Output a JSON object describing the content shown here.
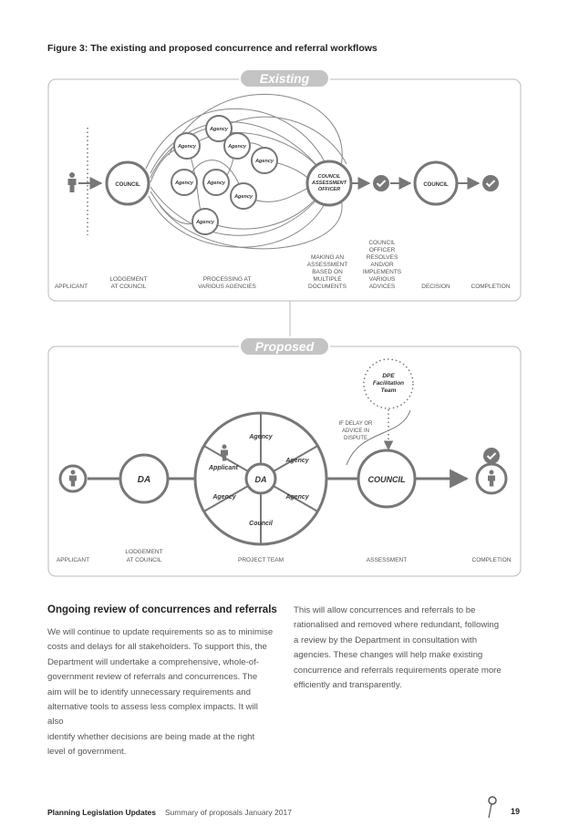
{
  "figure_title": "Figure 3: The existing and proposed concurrence and referral workflows",
  "existing": {
    "banner": "Existing",
    "nodes": {
      "council_1": "COUNCIL",
      "agencies": [
        "Agency",
        "Agency",
        "Agency",
        "Agency",
        "Agency",
        "Agency",
        "Agency",
        "Agency"
      ],
      "assessment_officer": [
        "COUNCIL",
        "ASSESSMENT",
        "OFFICER"
      ],
      "council_2": "COUNCIL"
    },
    "stage_labels": {
      "applicant": "APPLICANT",
      "lodgement": [
        "LODGEMENT",
        "AT COUNCIL"
      ],
      "processing": [
        "PROCESSING AT",
        "VARIOUS AGENCIES"
      ],
      "assessment": [
        "MAKING AN",
        "ASSESSMENT",
        "BASED ON",
        "MULTIPLE",
        "DOCUMENTS"
      ],
      "resolves": [
        "COUNCIL",
        "OFFICER",
        "RESOLVES",
        "AND/OR",
        "IMPLEMENTS",
        "VARIOUS",
        "ADVICES"
      ],
      "decision": "DECISION",
      "completion": "COMPLETION"
    }
  },
  "proposed": {
    "banner": "Proposed",
    "dpe": [
      "DPE",
      "Facilitation",
      "Team"
    ],
    "dispute": [
      "IF DELAY OR",
      "ADVICE IN",
      "DISPUTE"
    ],
    "nodes": {
      "da_1": "DA",
      "da_center": "DA",
      "council": "COUNCIL",
      "wheel": {
        "top": "Agency",
        "upper_right": "Agency",
        "lower_right": "Agency",
        "bottom": "Council",
        "lower_left": "Agency",
        "upper_left": "Applicant"
      }
    },
    "stage_labels": {
      "applicant": "APPLICANT",
      "lodgement": [
        "LODGEMENT",
        "AT COUNCIL"
      ],
      "project_team": "PROJECT TEAM",
      "assessment": "ASSESSMENT",
      "completion": "COMPLETION"
    }
  },
  "review": {
    "heading": "Ongoing review of concurrences and referrals",
    "left_lines": [
      "We will continue to update requirements so as to minimise",
      "costs and delays for all stakeholders. To support this, the",
      "Department will undertake a comprehensive, whole-of-",
      "government review of referrals and concurrences. The",
      "aim will be to identify unnecessary requirements and",
      "alternative tools to assess less complex impacts. It will also",
      "identify whether decisions are being made at the right",
      "level of government."
    ],
    "right_lines": [
      "This will allow concurrences and referrals to be",
      "rationalised and removed where redundant, following",
      "a review by the Department in consultation with",
      "agencies. These changes will help make existing",
      "concurrence and referrals requirements operate more",
      "efficiently and transparently."
    ]
  },
  "footer": {
    "title": "Planning Legislation Updates",
    "subtitle": "Summary of proposals January 2017",
    "page": "19"
  },
  "colors": {
    "outline": "#777777",
    "box_border": "#bbbbbb",
    "banner_fill": "#c4c4c4",
    "text": "#333333"
  }
}
